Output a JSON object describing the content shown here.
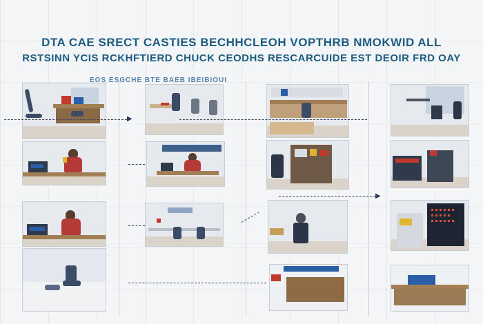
{
  "title": {
    "line1": "DTA CAE SRECT CASTIES BECHHCLEOH VOPTHRB  NMOKWID ALL",
    "line2": "RSTSINN YCIS RCKHFTIERD CHUCK CEODHS RESCARCUIDE EST DEOIR FRD OAY"
  },
  "subtitle": "EOS ESGCHE BTE BAEB IBEIBIOUI",
  "colors": {
    "title": "#1b5c82",
    "desk": "#a27e55",
    "chair": "#3c4b66",
    "accent_red": "#c0392b",
    "accent_blue": "#2a5fa8"
  }
}
